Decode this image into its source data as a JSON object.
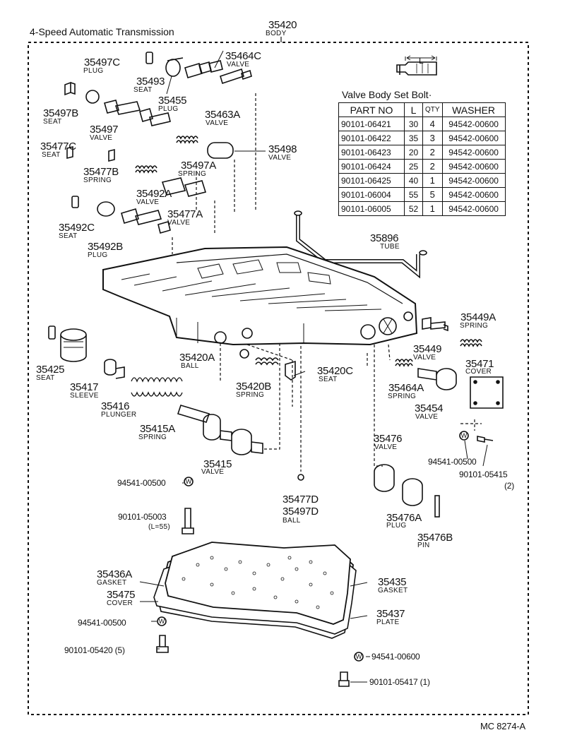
{
  "header": {
    "title": "4-Speed Automatic Transmission",
    "assembly_no": "35420",
    "assembly_name": "BODY"
  },
  "bolt_table": {
    "heading": "Valve Body Set Bolt·",
    "dimension_label": "L",
    "columns": [
      "PART NO",
      "L",
      "QTY",
      "WASHER"
    ],
    "rows": [
      [
        "90101-06421",
        "30",
        "4",
        "94542-00600"
      ],
      [
        "90101-06422",
        "35",
        "3",
        "94542-00600"
      ],
      [
        "90101-06423",
        "20",
        "2",
        "94542-00600"
      ],
      [
        "90101-06424",
        "25",
        "2",
        "94542-00600"
      ],
      [
        "90101-06425",
        "40",
        "1",
        "94542-00600"
      ],
      [
        "90101-06004",
        "55",
        "5",
        "94542-00600"
      ],
      [
        "90101-06005",
        "52",
        "1",
        "94542-00600"
      ]
    ]
  },
  "parts": [
    {
      "id": "35497C",
      "name": "PLUG"
    },
    {
      "id": "35493",
      "name": "SEAT"
    },
    {
      "id": "35455",
      "name": "PLUG"
    },
    {
      "id": "35464C",
      "name": "VALVE"
    },
    {
      "id": "35463A",
      "name": "VALVE"
    },
    {
      "id": "35497B",
      "name": "SEAT"
    },
    {
      "id": "35497",
      "name": "VALVE"
    },
    {
      "id": "35477C",
      "name": "SEAT"
    },
    {
      "id": "35498",
      "name": "VALVE"
    },
    {
      "id": "35497A",
      "name": "SPRING"
    },
    {
      "id": "35477B",
      "name": "SPRING"
    },
    {
      "id": "35492A",
      "name": "VALVE"
    },
    {
      "id": "35477A",
      "name": "VALVE"
    },
    {
      "id": "35492C",
      "name": "SEAT"
    },
    {
      "id": "35492B",
      "name": "PLUG"
    },
    {
      "id": "35896",
      "name": "TUBE"
    },
    {
      "id": "35449A",
      "name": "SPRING"
    },
    {
      "id": "35449",
      "name": "VALVE"
    },
    {
      "id": "35471",
      "name": "COVER"
    },
    {
      "id": "35420A",
      "name": "BALL"
    },
    {
      "id": "35420C",
      "name": "SEAT"
    },
    {
      "id": "35420B",
      "name": "SPRING"
    },
    {
      "id": "35425",
      "name": "SEAT"
    },
    {
      "id": "35417",
      "name": "SLEEVE"
    },
    {
      "id": "35416",
      "name": "PLUNGER"
    },
    {
      "id": "35415A",
      "name": "SPRING"
    },
    {
      "id": "35415",
      "name": "VALVE"
    },
    {
      "id": "35464A",
      "name": "SPRING"
    },
    {
      "id": "35454",
      "name": "VALVE"
    },
    {
      "id": "35476",
      "name": "VALVE"
    },
    {
      "id": "35476A",
      "name": "PLUG"
    },
    {
      "id": "35476B",
      "name": "PIN"
    },
    {
      "id": "35436A",
      "name": "GASKET"
    },
    {
      "id": "35475",
      "name": "COVER"
    },
    {
      "id": "35435",
      "name": "GASKET"
    },
    {
      "id": "35437",
      "name": "PLATE"
    }
  ],
  "ball_37": {
    "id1": "35477D",
    "id2": "35497D",
    "name": "BALL"
  },
  "fasteners": {
    "washer_left": "94541-00500",
    "bolt_left": "90101-05003",
    "bolt_left_note": "(L=55)",
    "washer_right": "94541-00500",
    "bolt_right": "90101-05415",
    "bolt_right_qty": "(2)",
    "washer_bottom_left": "94541-00500",
    "bolt_bottom_left": "90101-05420 (5)",
    "washer_bottom_right": "94541-00600",
    "bolt_bottom_right": "90101-05417 (1)",
    "washer_mark": "W"
  },
  "footer": {
    "code": "MC 8274-A"
  }
}
